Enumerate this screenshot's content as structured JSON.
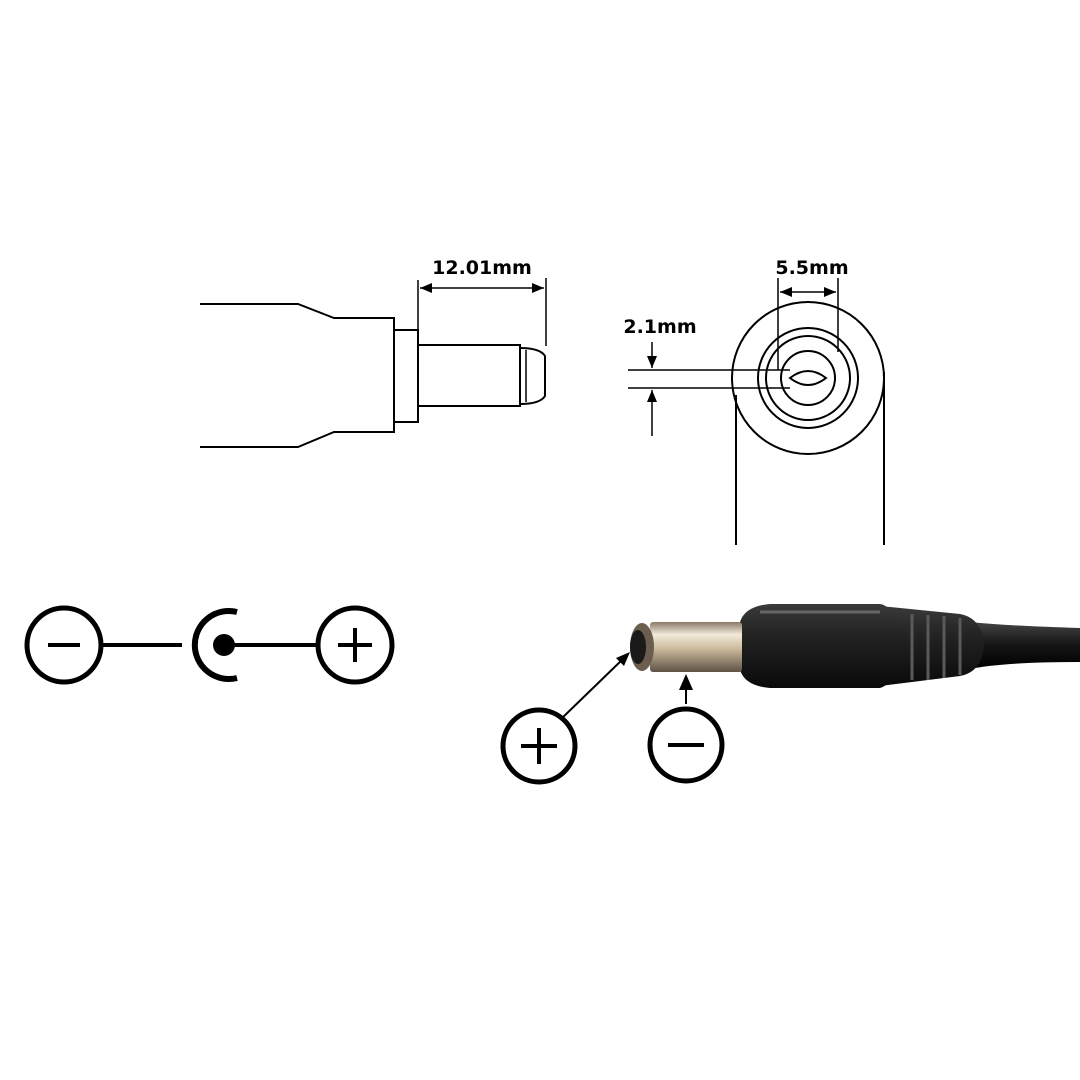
{
  "side_view": {
    "length_label": "12.01mm"
  },
  "end_view": {
    "outer_diameter_label": "5.5mm",
    "inner_diameter_label": "2.1mm"
  },
  "polarity_symbol": {
    "left_sign": "negative",
    "center_sign": "center-pin",
    "right_sign": "positive"
  },
  "photo_callouts": {
    "tip_sign": "positive",
    "barrel_sign": "negative"
  },
  "colors": {
    "line": "#000000",
    "background": "#ffffff",
    "metal": "#c9b79a",
    "plastic": "#1a1a1a"
  }
}
